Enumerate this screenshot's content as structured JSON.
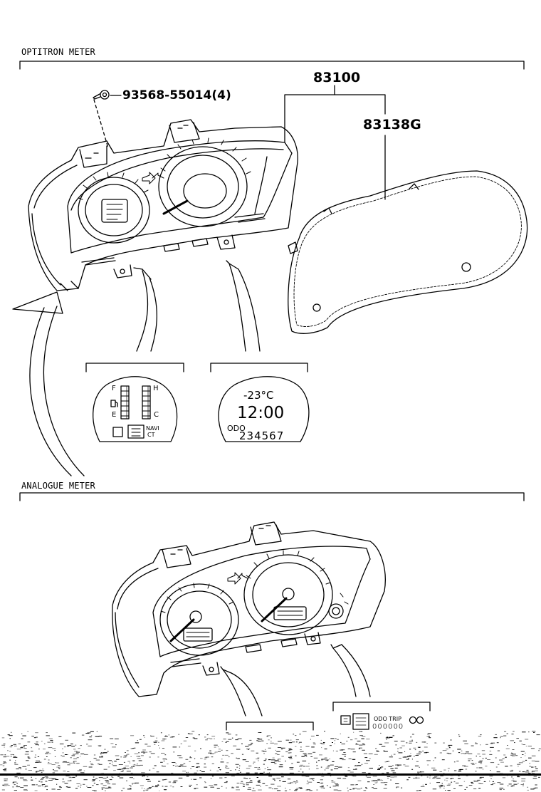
{
  "sections": {
    "optitron": "OPTITRON METER",
    "analogue": "ANALOGUE METER"
  },
  "parts": {
    "screw": "93568-55014(4)",
    "meter_assembly": "83100",
    "glass": "83138G"
  },
  "fuel_display": {
    "full": "F",
    "empty": "E",
    "hot": "H",
    "cold": "C",
    "navi": "NAVI",
    "ct": "CT"
  },
  "multi_display": {
    "temperature": "-23°C",
    "clock": "12:00",
    "odo_label": "ODO",
    "odometer": "234567"
  },
  "analogue_display": {
    "odo_trip": "ODO TRIP",
    "digits": "000000"
  },
  "colors": {
    "ink": "#000000",
    "paper": "#ffffff"
  }
}
